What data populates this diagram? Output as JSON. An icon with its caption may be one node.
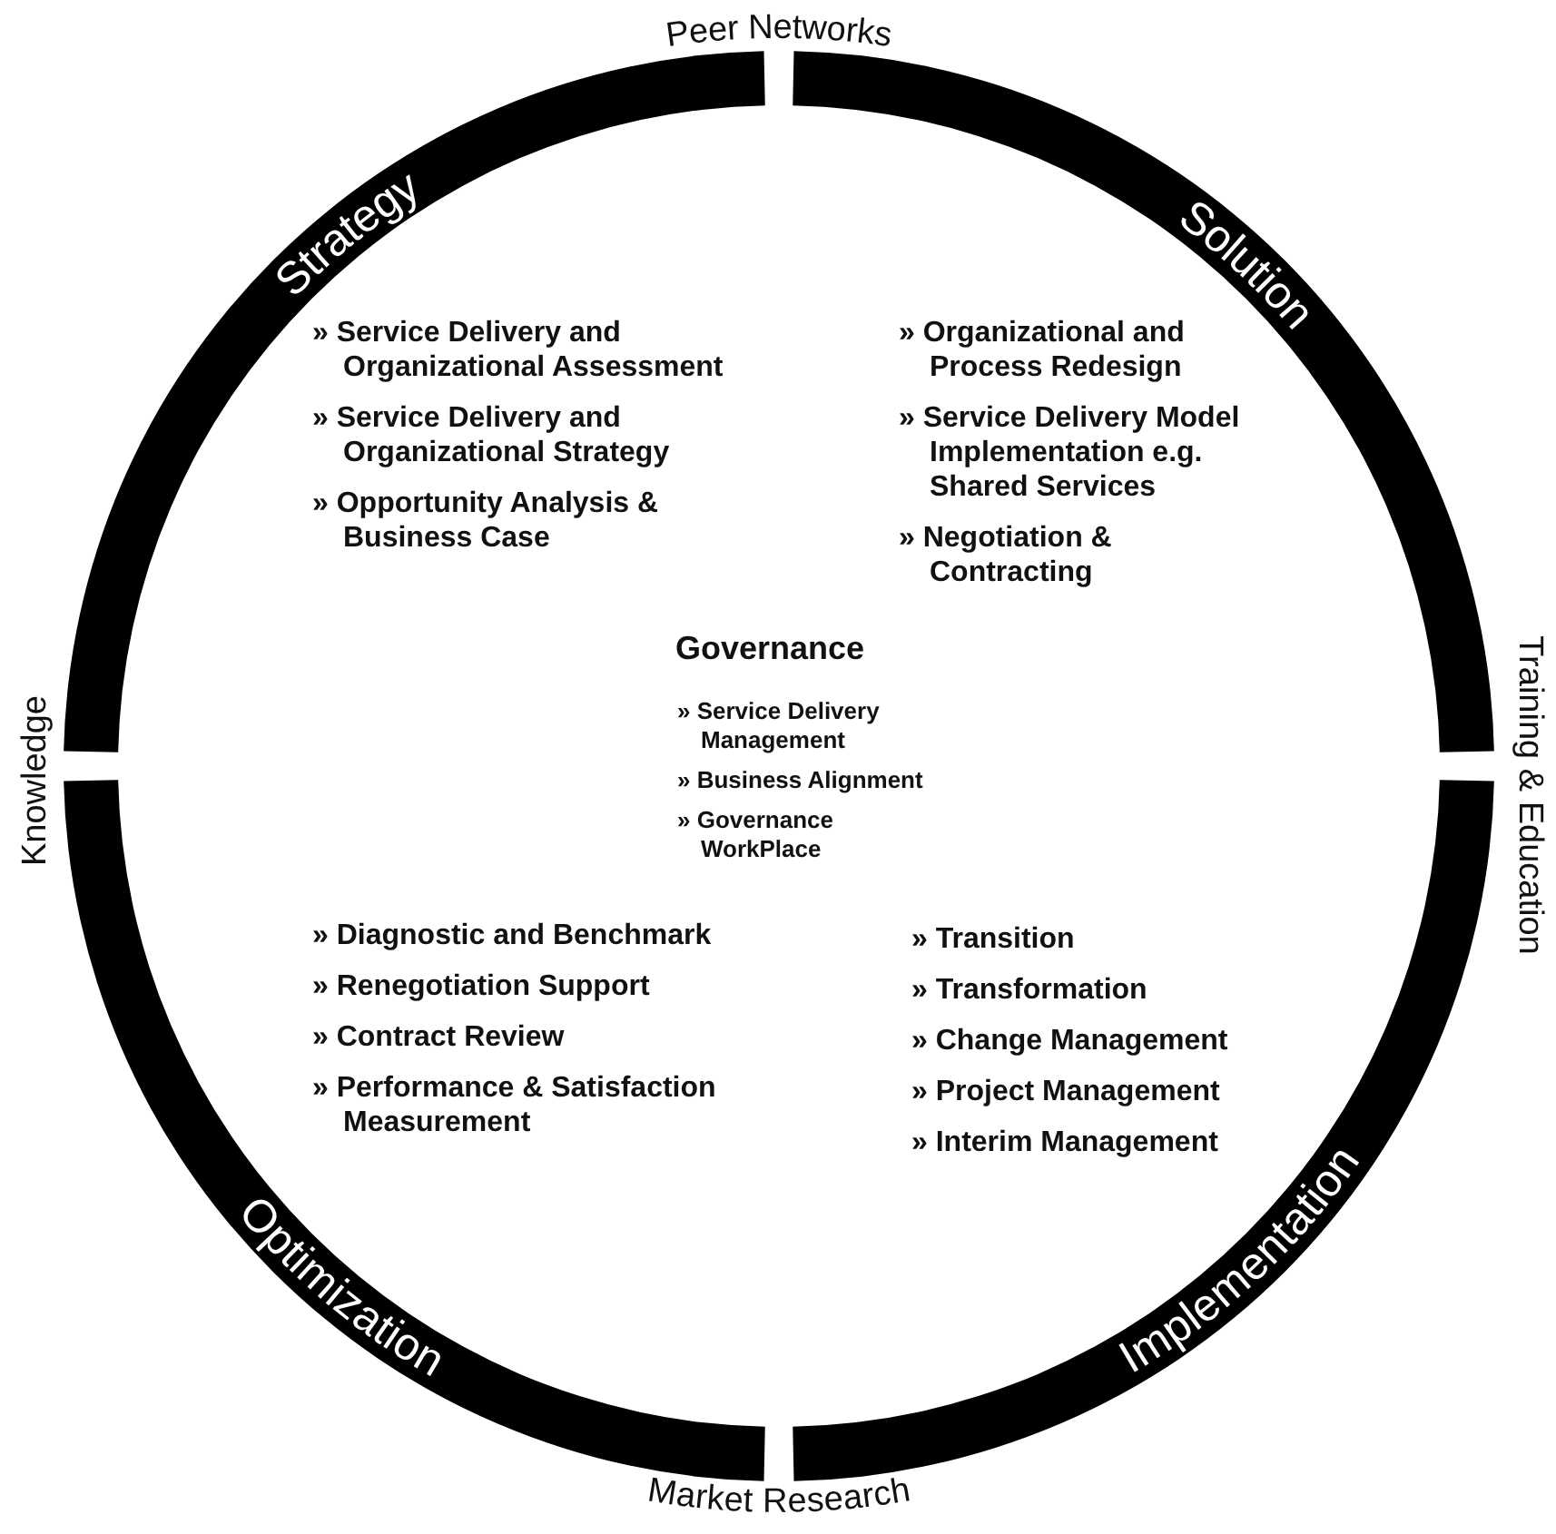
{
  "diagram": {
    "nodes": [
      {
        "text": [
          "Strategy"
        ]
      },
      {
        "text": [
          "Solution"
        ]
      },
      {
        "text": [
          "Optimization"
        ]
      },
      {
        "text": [
          "Implementation"
        ]
      }
    ],
    "labels": [
      "Peer Networks",
      "» Service Delivery and Organizational Assessment",
      "» Service Delivery and Organizational Strategy",
      "» Opportunity Analysis & Business Case",
      "» Organizational and Process Redesign",
      "» Service Delivery Model Implementation e.g. Shared Services",
      "» Negotiation & Contracting",
      "Training & Education",
      "Knowledge",
      "Governance",
      "» Service Delivery Management",
      "» Business Alignment",
      "» Governance WorkPlace",
      "» Diagnostic and Benchmark",
      "» Renegotiation Support",
      "» Contract Review",
      "» Performance & Satisfaction Measurement",
      "» Transition",
      "» Transformation",
      "» Change Management",
      "» Project Management",
      "» Interim Management",
      "Market Research"
    ]
  }
}
